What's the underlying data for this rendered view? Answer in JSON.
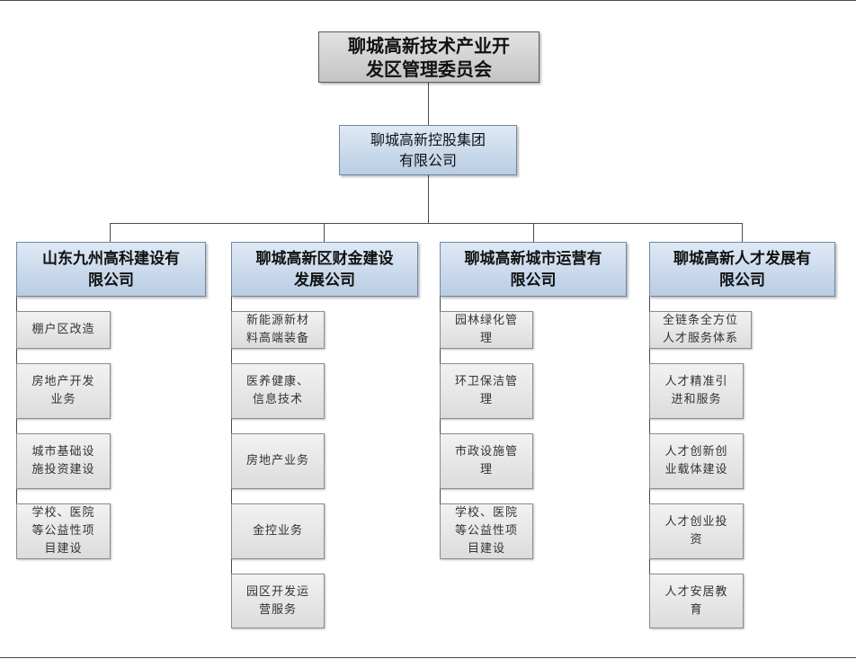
{
  "root": {
    "text": "聊城高新技术产业开\n发区管理委员会"
  },
  "group": {
    "text": "聊城高新控股集团\n有限公司"
  },
  "subsidiaries": [
    {
      "name": "山东九州高科建设有\n限公司",
      "businesses": [
        "棚户区改造",
        "房地产开发\n业务",
        "城市基础设\n施投资建设",
        "学校、医院\n等公益性项\n目建设"
      ]
    },
    {
      "name": "聊城高新区财金建设\n发展公司",
      "businesses": [
        "新能源新材\n料高端装备",
        "医养健康、\n信息技术",
        "房地产业务",
        "金控业务",
        "园区开发运\n营服务"
      ]
    },
    {
      "name": "聊城高新城市运营有\n限公司",
      "businesses": [
        "园林绿化管\n理",
        "环卫保洁管\n理",
        "市政设施管\n理",
        "学校、医院\n等公益性项\n目建设"
      ]
    },
    {
      "name": "聊城高新人才发展有\n限公司",
      "businesses": [
        "全链条全方位\n人才服务体系",
        "人才精准引\n进和服务",
        "人才创新创\n业载体建设",
        "人才创业投\n资",
        "人才安居教\n育"
      ]
    }
  ]
}
